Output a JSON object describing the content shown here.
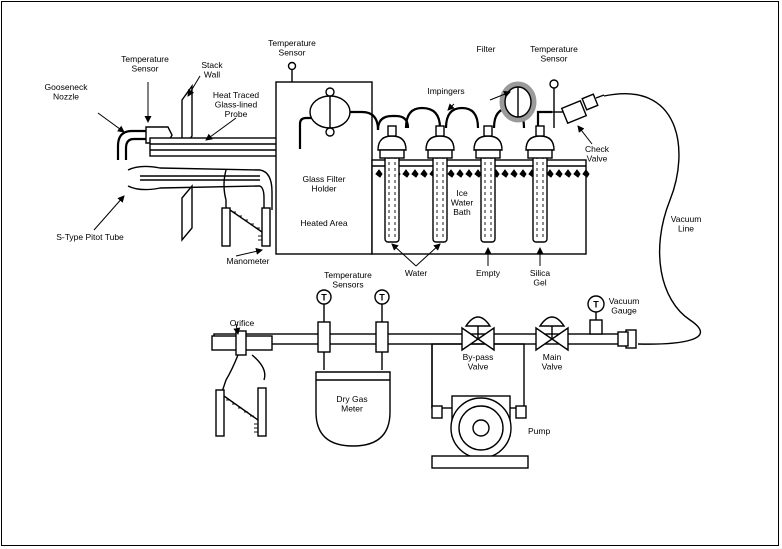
{
  "labels": {
    "gooseneck_nozzle": [
      "Gooseneck",
      "Nozzle"
    ],
    "temp_sensor_probe": [
      "Temperature",
      "Sensor"
    ],
    "stack_wall": [
      "Stack",
      "Wall"
    ],
    "probe": [
      "Heat Traced",
      "Glass-lined",
      "Probe"
    ],
    "temp_sensor_oven": [
      "Temperature",
      "Sensor"
    ],
    "filter": [
      "Filter"
    ],
    "temp_sensor_exit": [
      "Temperature",
      "Sensor"
    ],
    "impingers": [
      "Impingers"
    ],
    "glass_filter_holder": [
      "Glass Filter",
      "Holder"
    ],
    "heated_area": [
      "Heated Area"
    ],
    "ice_water_bath": [
      "Ice",
      "Water",
      "Bath"
    ],
    "check_valve": [
      "Check",
      "Valve"
    ],
    "s_type_pitot": [
      "S-Type Pitot Tube"
    ],
    "manometer_top": [
      "Manometer"
    ],
    "water": [
      "Water"
    ],
    "empty": [
      "Empty"
    ],
    "silica_gel": [
      "Silica",
      "Gel"
    ],
    "vacuum_line": [
      "Vacuum",
      "Line"
    ],
    "temp_sensors": [
      "Temperature",
      "Sensors"
    ],
    "orifice": [
      "Orifice"
    ],
    "vacuum_gauge": [
      "Vacuum",
      "Gauge"
    ],
    "bypass_valve": [
      "By-pass",
      "Valve"
    ],
    "main_valve": [
      "Main",
      "Valve"
    ],
    "dry_gas_meter": [
      "Dry Gas",
      "Meter"
    ],
    "pump": [
      "Pump"
    ]
  },
  "colors": {
    "stroke": "#000000",
    "background": "#ffffff",
    "filter_glow": "#9a9a9a"
  }
}
